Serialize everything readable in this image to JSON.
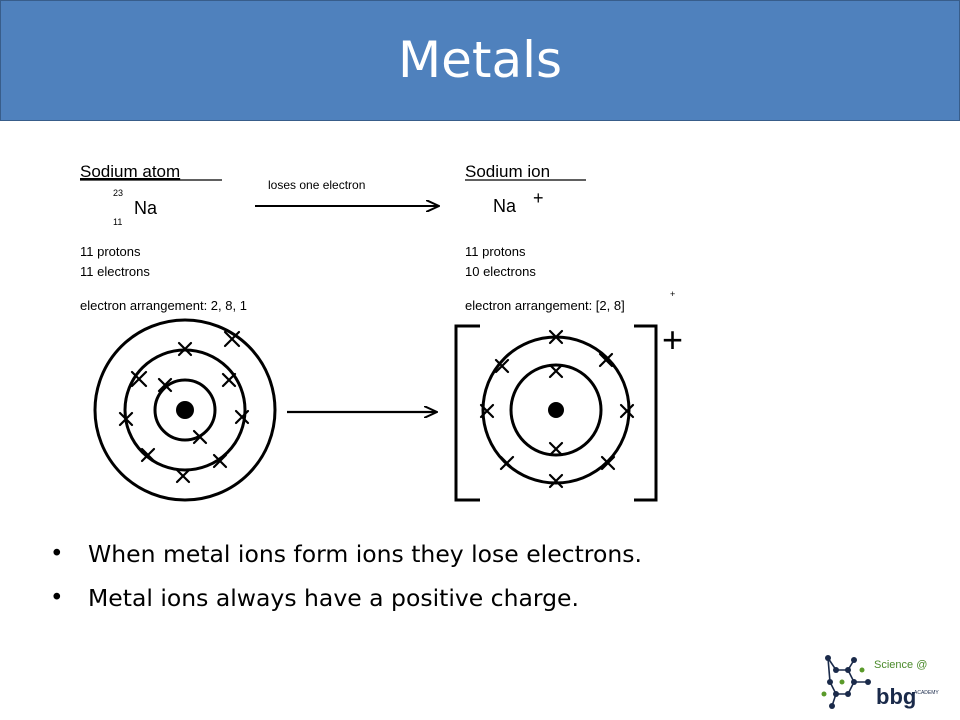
{
  "slide": {
    "title": "Metals"
  },
  "diagram": {
    "atom": {
      "heading": "Sodium atom",
      "mass_number": "23",
      "atomic_number": "11",
      "symbol": "Na",
      "protons": "11 protons",
      "electrons": "11 electrons",
      "arrangement": "electron arrangement: 2, 8, 1"
    },
    "arrow_label": "loses one electron",
    "ion": {
      "heading": "Sodium ion",
      "symbol": "Na",
      "charge": "+",
      "protons": "11 protons",
      "electrons": "10 electrons",
      "arrangement": "electron arrangement: [2, 8]",
      "arrangement_charge": "+",
      "bracket_charge": "+"
    }
  },
  "bullets": [
    "When metal ions form ions they lose electrons.",
    "Metal ions always have a positive charge."
  ],
  "logo": {
    "line1": "Science @",
    "line2": "bbg",
    "line3": "ACADEMY"
  }
}
